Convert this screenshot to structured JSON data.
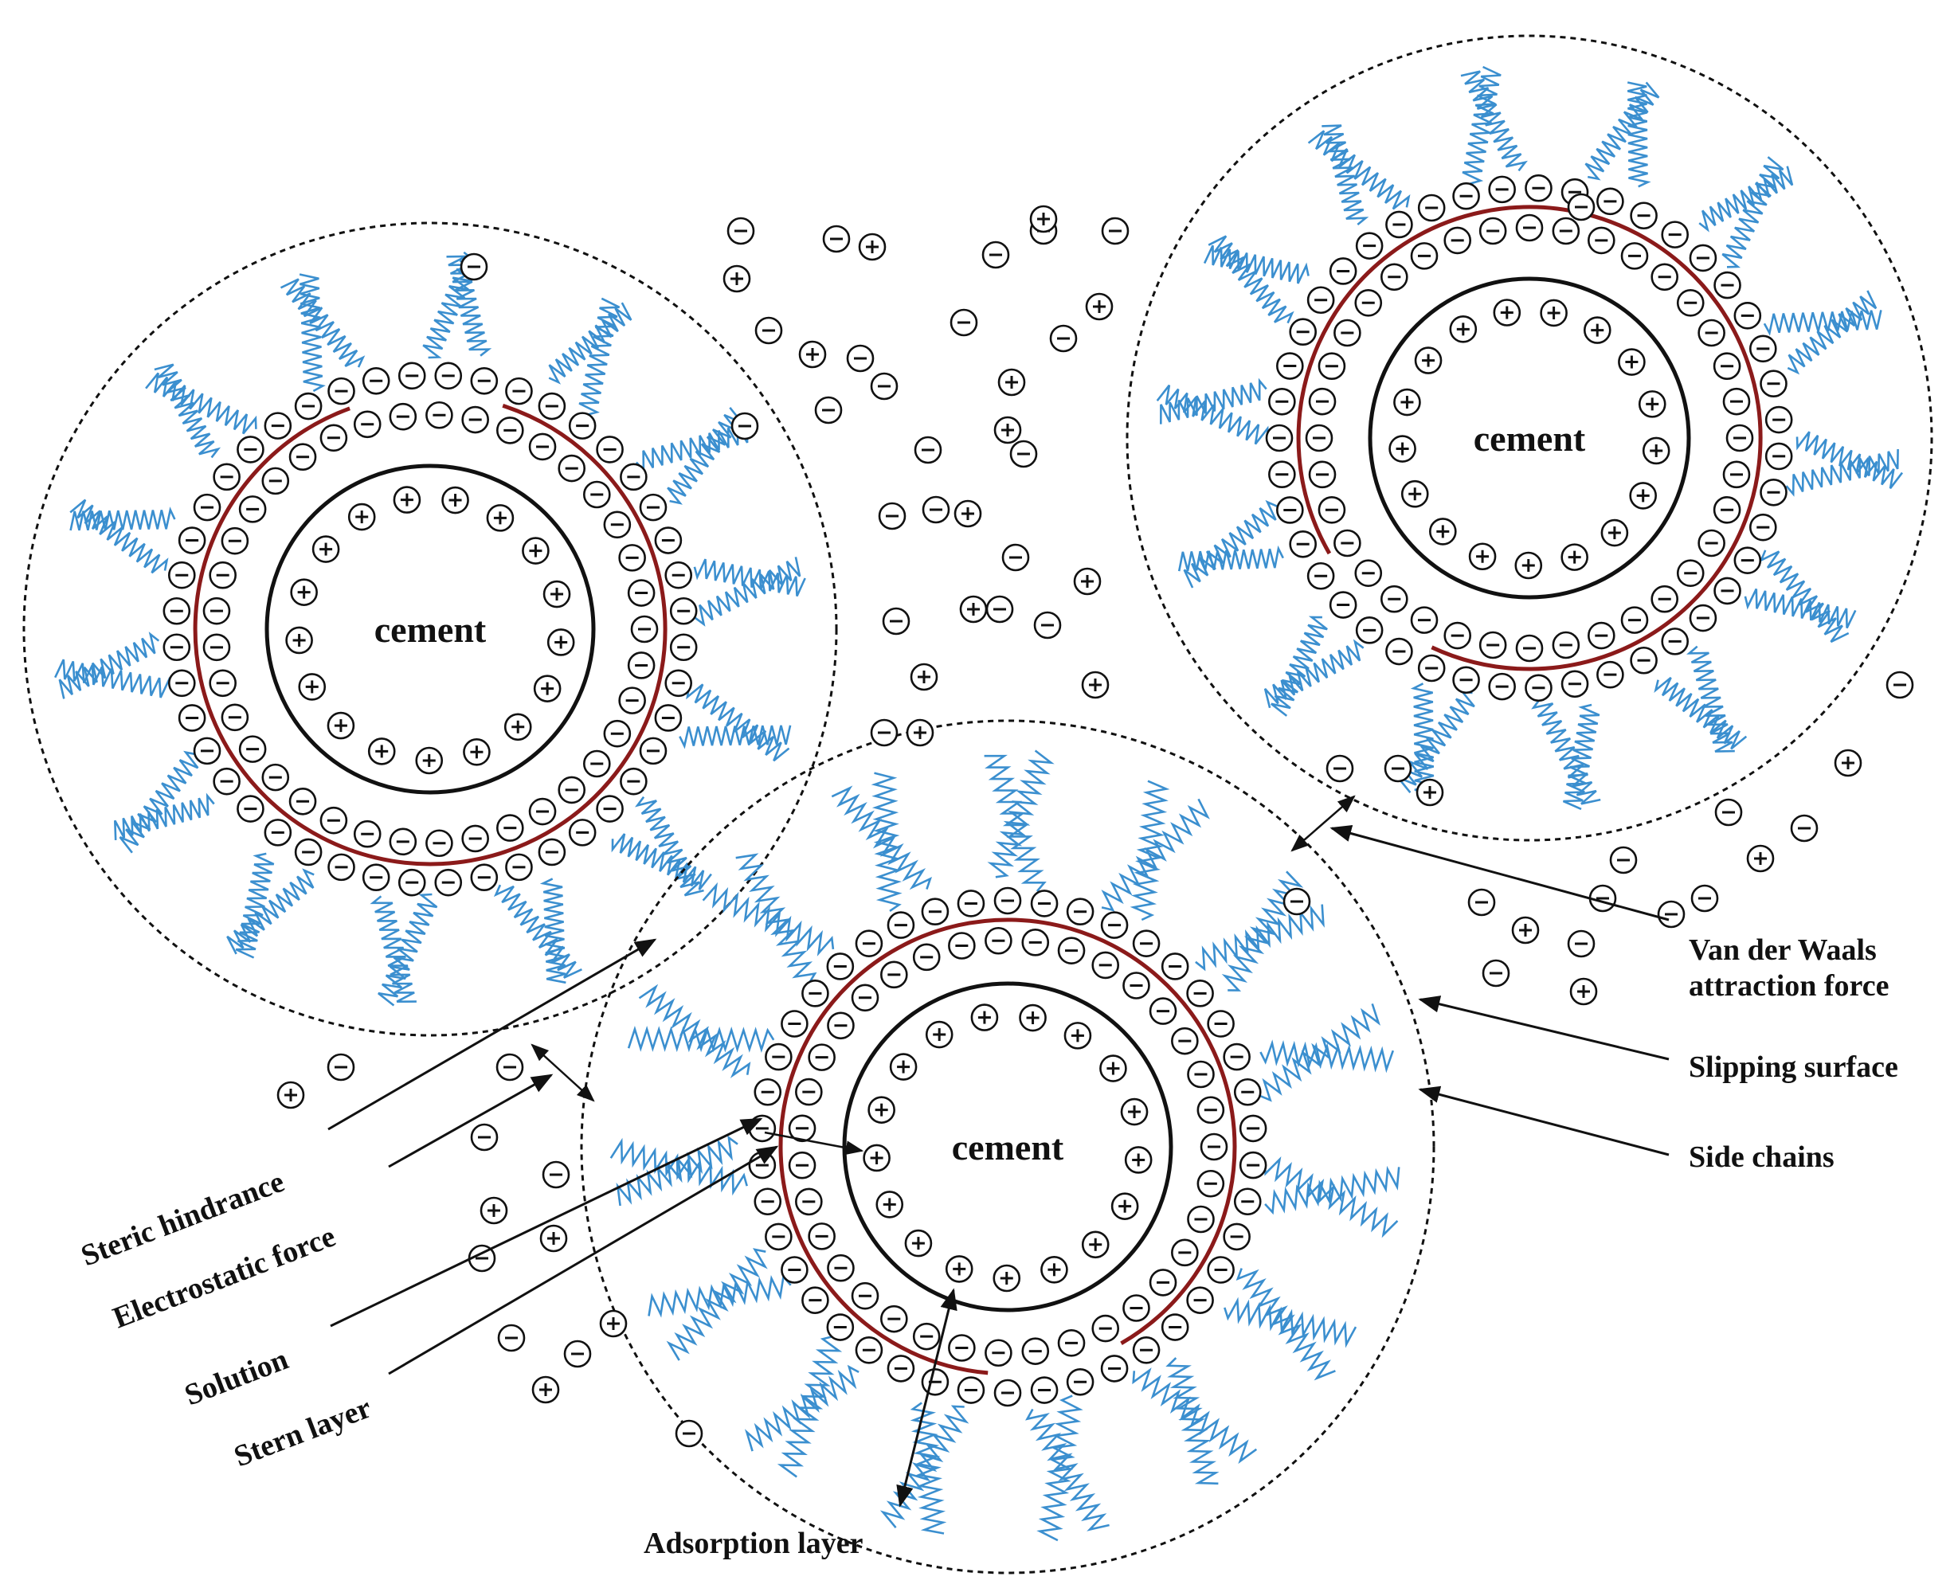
{
  "colors": {
    "background": "#ffffff",
    "ink": "#111111",
    "slipping_ring": "#8b1a1a",
    "side_chain": "#3b8fcf"
  },
  "particles": [
    {
      "id": "left",
      "core_label": "cement"
    },
    {
      "id": "right",
      "core_label": "cement"
    },
    {
      "id": "bottom",
      "core_label": "cement"
    }
  ],
  "labels": {
    "van_der_waals_line1": "Van der Waals",
    "van_der_waals_line2": "attraction force",
    "slipping_surface": "Slipping surface",
    "side_chains": "Side chains",
    "steric_hindrance": "Steric hindrance",
    "electrostatic_force": "Electrostatic force",
    "solution": "Solution",
    "stern_layer": "Stern layer",
    "adsorption_layer": "Adsorption layer"
  },
  "ion_symbols": {
    "positive": "+",
    "negative": "−"
  }
}
